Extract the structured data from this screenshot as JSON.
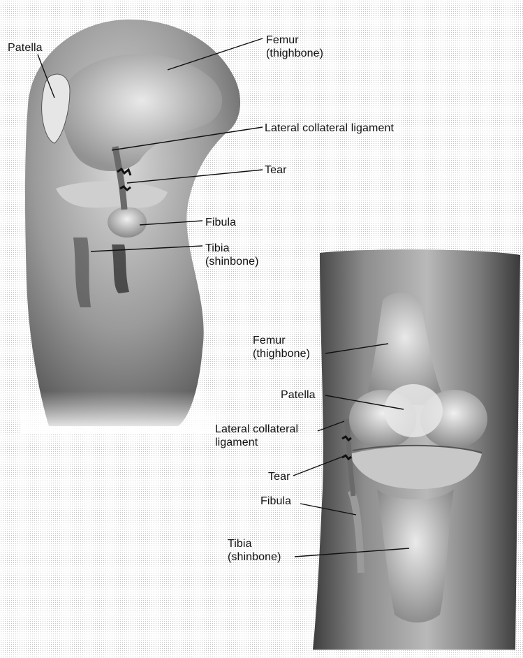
{
  "side_view": {
    "patella": "Patella",
    "femur": [
      "Femur",
      "(thighbone)"
    ],
    "lcl": "Lateral collateral ligament",
    "tear": "Tear",
    "fibula": "Fibula",
    "tibia": [
      "Tibia",
      "(shinbone)"
    ]
  },
  "front_view": {
    "femur": [
      "Femur",
      "(thighbone)"
    ],
    "patella": "Patella",
    "lcl": [
      "Lateral collateral",
      "ligament"
    ],
    "tear": "Tear",
    "fibula": "Fibula",
    "tibia": [
      "Tibia",
      "(shinbone)"
    ]
  }
}
